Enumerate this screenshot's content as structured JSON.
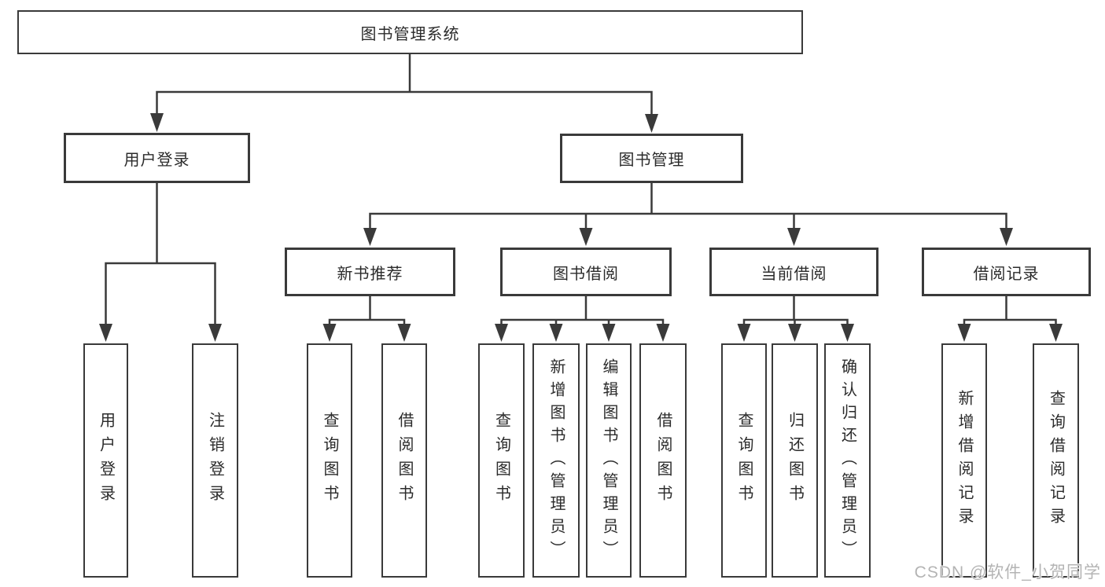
{
  "diagram_title": "图书管理系统",
  "tree": {
    "label": "图书管理系统",
    "children": [
      {
        "label": "用户登录",
        "children": [
          {
            "label": "用户登录"
          },
          {
            "label": "注销登录"
          }
        ]
      },
      {
        "label": "图书管理",
        "children": [
          {
            "label": "新书推荐",
            "children": [
              {
                "label": "查询图书"
              },
              {
                "label": "借阅图书"
              }
            ]
          },
          {
            "label": "图书借阅",
            "children": [
              {
                "label": "查询图书"
              },
              {
                "label": "新增图书（管理员）"
              },
              {
                "label": "编辑图书（管理员）"
              },
              {
                "label": "借阅图书"
              }
            ]
          },
          {
            "label": "当前借阅",
            "children": [
              {
                "label": "查询图书"
              },
              {
                "label": "归还图书"
              },
              {
                "label": "确认归还（管理员）"
              }
            ]
          },
          {
            "label": "借阅记录",
            "children": [
              {
                "label": "新增借阅记录"
              },
              {
                "label": "查询借阅记录"
              }
            ]
          }
        ]
      }
    ]
  },
  "watermark": {
    "text": "CSDN @软件_小贺同学"
  },
  "colors": {
    "line": "#3a3a3a",
    "text": "#2b2b2b",
    "watermark": "#b4b4b4",
    "background": "#ffffff"
  }
}
